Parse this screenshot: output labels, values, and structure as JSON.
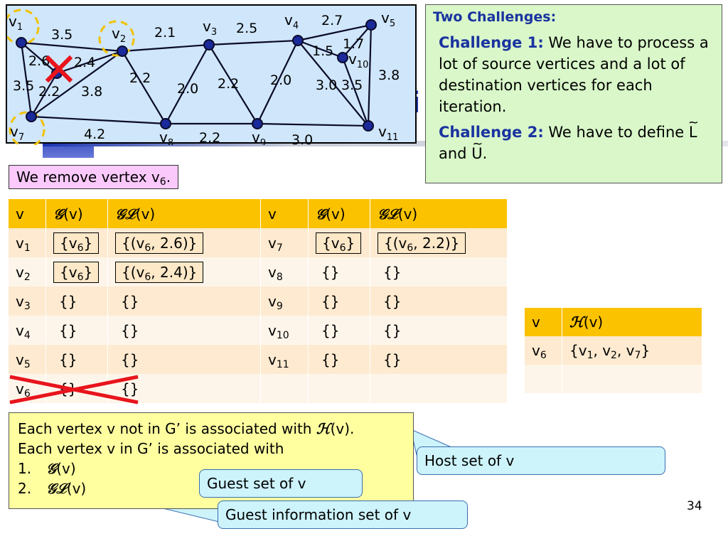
{
  "background_title_fragment": "oli",
  "graph": {
    "vertices": [
      {
        "label": "v",
        "sub": "1"
      },
      {
        "label": "v",
        "sub": "2"
      },
      {
        "label": "v",
        "sub": "3"
      },
      {
        "label": "v",
        "sub": "4"
      },
      {
        "label": "v",
        "sub": "5"
      },
      {
        "label": "v",
        "sub": "7"
      },
      {
        "label": "v",
        "sub": "8"
      },
      {
        "label": "v",
        "sub": "9"
      },
      {
        "label": "v",
        "sub": "10"
      },
      {
        "label": "v",
        "sub": "11"
      }
    ],
    "edge_weights": [
      "3.5",
      "2.1",
      "2.5",
      "2.7",
      "1.7",
      "1.5",
      "3.8",
      "2.6",
      "2.4",
      "2.2",
      "2.0",
      "2.2",
      "2.0",
      "3.0",
      "3.5",
      "3.5",
      "2.2",
      "3.8",
      "4.2",
      "2.2",
      "3.0"
    ]
  },
  "challenges": {
    "title": "Two Challenges:",
    "c1_label": "Challenge 1:",
    "c1_text": " We have to process a lot of source vertices and a lot of destination vertices for each iteration.",
    "c2_label": "Challenge 2:",
    "c2_text_a": " We have to define ",
    "c2_L": "L",
    "c2_mid": " and ",
    "c2_U": "U",
    "c2_end": "."
  },
  "remove_note": {
    "text": "We remove vertex v",
    "sub": "6",
    "end": "."
  },
  "table": {
    "header": [
      "v",
      "𝒢(v)",
      "𝒢ℒ(v)",
      "v",
      "𝒢(v)",
      "𝒢ℒ(v)"
    ],
    "rows": [
      {
        "v1": "v",
        "v1s": "1",
        "g1": "{v6}",
        "gl1": "{(v6, 2.6)}",
        "v2": "v",
        "v2s": "7",
        "g2": "{v6}",
        "gl2": "{(v6, 2.2)}"
      },
      {
        "v1": "v",
        "v1s": "2",
        "g1": "{v6}",
        "gl1": "{(v6, 2.4)}",
        "v2": "v",
        "v2s": "8",
        "g2": "{}",
        "gl2": "{}"
      },
      {
        "v1": "v",
        "v1s": "3",
        "g1": "{}",
        "gl1": "{}",
        "v2": "v",
        "v2s": "9",
        "g2": "{}",
        "gl2": "{}"
      },
      {
        "v1": "v",
        "v1s": "4",
        "g1": "{}",
        "gl1": "{}",
        "v2": "v",
        "v2s": "10",
        "g2": "{}",
        "gl2": "{}"
      },
      {
        "v1": "v",
        "v1s": "5",
        "g1": "{}",
        "gl1": "{}",
        "v2": "v",
        "v2s": "11",
        "g2": "{}",
        "gl2": "{}"
      },
      {
        "v1": "v",
        "v1s": "6",
        "g1": "{}",
        "gl1": "{}",
        "v2": "",
        "v2s": "",
        "g2": "",
        "gl2": ""
      }
    ]
  },
  "host_table": {
    "header": [
      "v",
      "ℋ(v)"
    ],
    "rows": [
      {
        "v": "v",
        "vs": "6",
        "h": "{v1, v2, v7}"
      }
    ]
  },
  "note": {
    "line1_a": "Each vertex v not in G’ is associated with ",
    "line1_b": "ℋ",
    "line1_c": "(v).",
    "line2": "Each vertex v in G’ is associated with",
    "item1_num": "1.",
    "item1_a": "𝒢",
    "item1_b": "(v)",
    "item2_num": "2.",
    "item2_a": "𝒢ℒ",
    "item2_b": "(v)"
  },
  "callouts": {
    "host": "Host set of v",
    "guest": "Guest set of v",
    "guest_info": "Guest information set of v"
  },
  "page_number": "34",
  "colors": {
    "removed_mark": "#e8141c",
    "circle_highlight": "#f2c200",
    "node": "#1a2a9a"
  }
}
